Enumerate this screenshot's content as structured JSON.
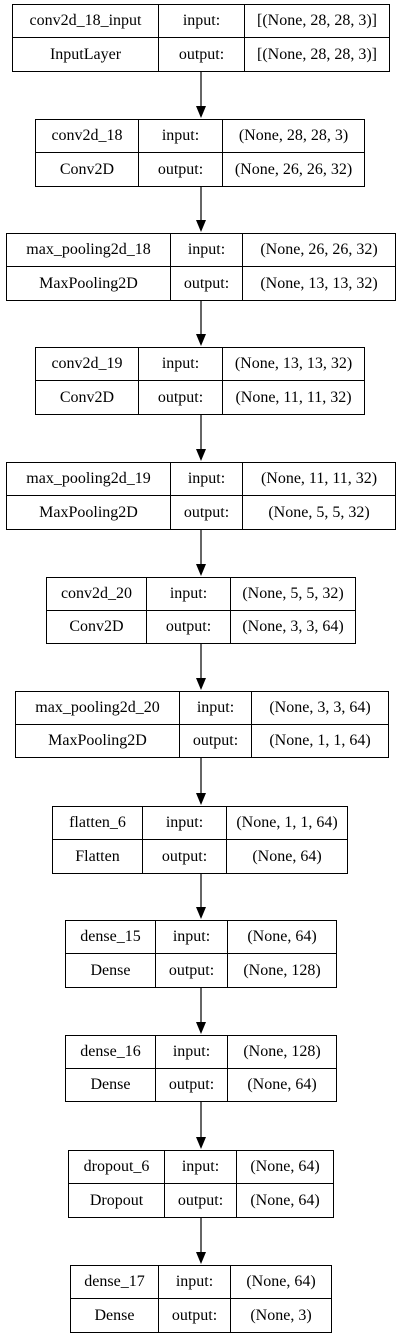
{
  "layers": [
    {
      "name": "conv2d_18_input",
      "type": "InputLayer",
      "input_label": "input:",
      "output_label": "output:",
      "input_shape": "[(None, 28, 28, 3)]",
      "output_shape": "[(None, 28, 28, 3)]"
    },
    {
      "name": "conv2d_18",
      "type": "Conv2D",
      "input_label": "input:",
      "output_label": "output:",
      "input_shape": "(None, 28, 28, 3)",
      "output_shape": "(None, 26, 26, 32)"
    },
    {
      "name": "max_pooling2d_18",
      "type": "MaxPooling2D",
      "input_label": "input:",
      "output_label": "output:",
      "input_shape": "(None, 26, 26, 32)",
      "output_shape": "(None, 13, 13, 32)"
    },
    {
      "name": "conv2d_19",
      "type": "Conv2D",
      "input_label": "input:",
      "output_label": "output:",
      "input_shape": "(None, 13, 13, 32)",
      "output_shape": "(None, 11, 11, 32)"
    },
    {
      "name": "max_pooling2d_19",
      "type": "MaxPooling2D",
      "input_label": "input:",
      "output_label": "output:",
      "input_shape": "(None, 11, 11, 32)",
      "output_shape": "(None, 5, 5, 32)"
    },
    {
      "name": "conv2d_20",
      "type": "Conv2D",
      "input_label": "input:",
      "output_label": "output:",
      "input_shape": "(None, 5, 5, 32)",
      "output_shape": "(None, 3, 3, 64)"
    },
    {
      "name": "max_pooling2d_20",
      "type": "MaxPooling2D",
      "input_label": "input:",
      "output_label": "output:",
      "input_shape": "(None, 3, 3, 64)",
      "output_shape": "(None, 1, 1, 64)"
    },
    {
      "name": "flatten_6",
      "type": "Flatten",
      "input_label": "input:",
      "output_label": "output:",
      "input_shape": "(None, 1, 1, 64)",
      "output_shape": "(None, 64)"
    },
    {
      "name": "dense_15",
      "type": "Dense",
      "input_label": "input:",
      "output_label": "output:",
      "input_shape": "(None, 64)",
      "output_shape": "(None, 128)"
    },
    {
      "name": "dense_16",
      "type": "Dense",
      "input_label": "input:",
      "output_label": "output:",
      "input_shape": "(None, 128)",
      "output_shape": "(None, 64)"
    },
    {
      "name": "dropout_6",
      "type": "Dropout",
      "input_label": "input:",
      "output_label": "output:",
      "input_shape": "(None, 64)",
      "output_shape": "(None, 64)"
    },
    {
      "name": "dense_17",
      "type": "Dense",
      "input_label": "input:",
      "output_label": "output:",
      "input_shape": "(None, 64)",
      "output_shape": "(None, 3)"
    }
  ],
  "edges": [
    [
      0,
      1
    ],
    [
      1,
      2
    ],
    [
      2,
      3
    ],
    [
      3,
      4
    ],
    [
      4,
      5
    ],
    [
      5,
      6
    ],
    [
      6,
      7
    ],
    [
      7,
      8
    ],
    [
      8,
      9
    ],
    [
      9,
      10
    ],
    [
      10,
      11
    ]
  ]
}
